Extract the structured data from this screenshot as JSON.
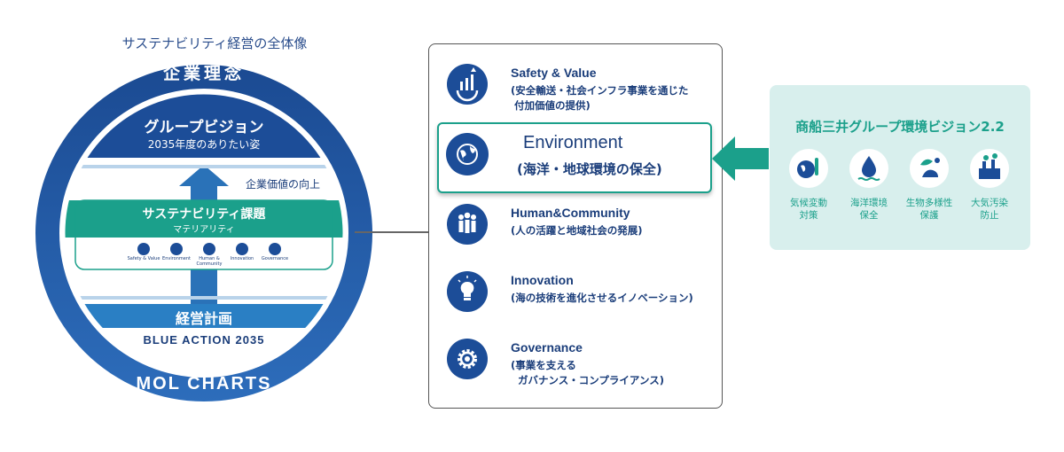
{
  "left": {
    "title": "サステナビリティ経営の全体像",
    "ring_top": "企業理念",
    "ring_bottom": "MOL CHARTS",
    "group_vision": "グループビジョン",
    "group_vision_sub": "2035年度のありたい姿",
    "value_up": "企業価値の向上",
    "sus_issues": "サステナビリティ課題",
    "materiality": "マテリアリティ",
    "mini_items": [
      "Safety & Value",
      "Environment",
      "Human & Community",
      "Innovation",
      "Governance"
    ],
    "mgmt_plan": "経営計画",
    "blue_action": "BLUE ACTION 2035"
  },
  "card": {
    "items": [
      {
        "title": "Safety & Value",
        "sub1": "(安全輸送・社会インフラ事業を通じた",
        "sub2": "付加価値の提供)",
        "icon": "chart-arrows-icon"
      },
      {
        "title": "Environment",
        "sub1": "(海洋・地球環境の保全)",
        "sub2": "",
        "icon": "globe-icon"
      },
      {
        "title": "Human&Community",
        "sub1": "(人の活躍と地域社会の発展)",
        "sub2": "",
        "icon": "people-icon"
      },
      {
        "title": "Innovation",
        "sub1": "(海の技術を進化させるイノベーション)",
        "sub2": "",
        "icon": "lightbulb-icon"
      },
      {
        "title": "Governance",
        "sub1": "(事業を支える",
        "sub2": "ガバナンス・コンプライアンス)",
        "icon": "gear-icon"
      }
    ]
  },
  "panel": {
    "title": "商船三井グループ環境ビジョン2.2",
    "items": [
      {
        "line1": "気候変動",
        "line2": "対策",
        "icon": "thermometer-globe-icon"
      },
      {
        "line1": "海洋環境",
        "line2": "保全",
        "icon": "water-drop-icon"
      },
      {
        "line1": "生物多様性",
        "line2": "保護",
        "icon": "wildlife-icon"
      },
      {
        "line1": "大気汚染",
        "line2": "防止",
        "icon": "factory-icon"
      }
    ]
  },
  "colors": {
    "navy": "#1c4d98",
    "ring_blue": "#1f5aa6",
    "teal": "#1ba08b",
    "panel_bg": "#d8efed"
  }
}
